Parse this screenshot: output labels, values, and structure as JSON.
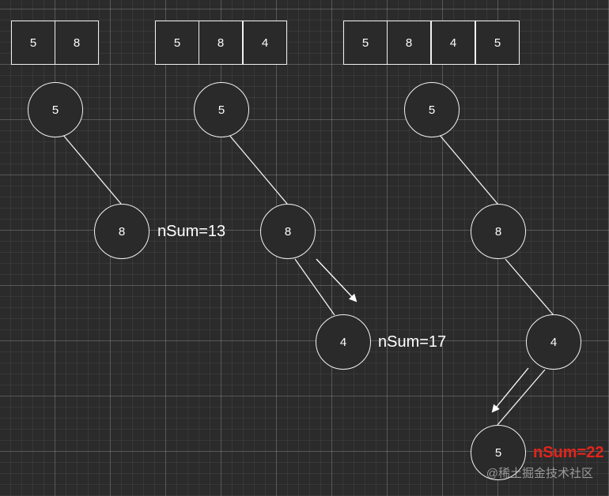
{
  "arrays": [
    {
      "cells": [
        "5",
        "8"
      ]
    },
    {
      "cells": [
        "5",
        "8",
        "4"
      ]
    },
    {
      "cells": [
        "5",
        "8",
        "4",
        "5"
      ]
    }
  ],
  "trees": [
    {
      "nodes": [
        "5",
        "8"
      ],
      "sum_label": "nSum=13"
    },
    {
      "nodes": [
        "5",
        "8",
        "4"
      ],
      "sum_label": "nSum=17"
    },
    {
      "nodes": [
        "5",
        "8",
        "4",
        "5"
      ],
      "sum_label": "nSum=22"
    }
  ],
  "colors": {
    "background": "#2b2b2b",
    "stroke": "#f2f2f2",
    "highlight": "#e3241b"
  },
  "watermark": "@稀土掘金技术社区"
}
